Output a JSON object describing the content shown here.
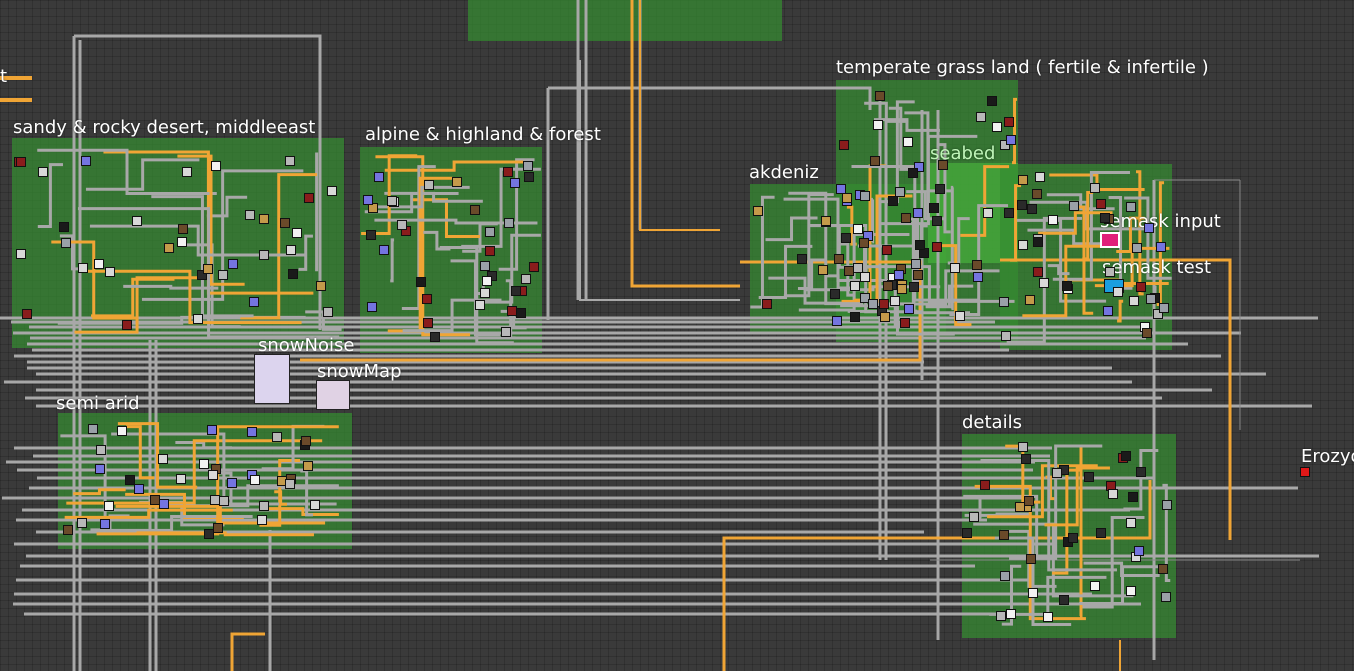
{
  "groups": {
    "temperate": "temperate grass land ( fertile & infertile )",
    "desert": "sandy & rocky desert, middleeast",
    "alpine": "alpine & highland & forest",
    "akdeniz": "akdeniz",
    "seabed": "seabed",
    "semask_input": "semask input",
    "semask_test": "semask test",
    "semi_arid": "semi arid",
    "snow_noise": "snowNoise",
    "snow_map": "snowMap",
    "details": "details",
    "erozyon": "Erozyo",
    "edge_t": "t"
  },
  "colors": {
    "background": "#3a3a3a",
    "group_fill": "#348c30",
    "wire_gray": "#a8a8a8",
    "wire_orange": "#f0a535",
    "semask_input_node": "#e0207a",
    "semask_test_node": "#1a9ee0",
    "erozyon_node": "#e01818"
  }
}
